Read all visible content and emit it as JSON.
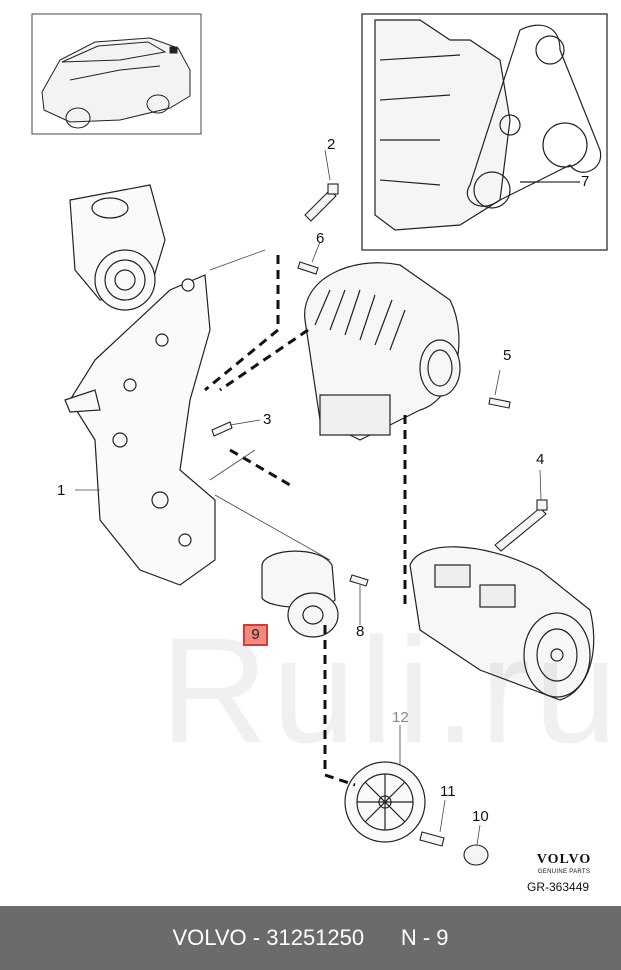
{
  "callouts": {
    "c1": "1",
    "c2": "2",
    "c3": "3",
    "c4": "4",
    "c5": "5",
    "c6": "6",
    "c7": "7",
    "c8": "8",
    "c9": "9",
    "c10": "10",
    "c11": "11",
    "c12": "12"
  },
  "logo": {
    "brand": "VOLVO",
    "sub": "GENUINE PARTS"
  },
  "reference_code": "GR-363449",
  "watermark": "Ruli.ru",
  "footer": {
    "brand": "VOLVO",
    "part_number": "31251250",
    "position": "N - 9"
  },
  "highlight_color": "#d63a30"
}
